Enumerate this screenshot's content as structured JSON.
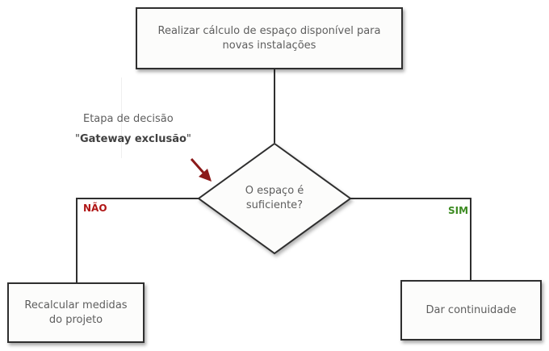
{
  "nodes": {
    "top": {
      "line1": "Realizar cálculo de espaço disponível para",
      "line2": "novas instalações"
    },
    "decision": {
      "line1": "O espaço é",
      "line2": "suficiente?"
    },
    "left": {
      "line1": "Recalcular medidas",
      "line2": "do projeto"
    },
    "right": {
      "line1": "Dar continuidade"
    }
  },
  "annotation": {
    "line1": "Etapa de decisão",
    "quote_open": "\"",
    "bold_text": "Gateway exclusão",
    "quote_close": "\""
  },
  "branches": {
    "no_label": "NÃO",
    "yes_label": "SIM"
  },
  "colors": {
    "no": "#b01616",
    "yes": "#3d8b22",
    "arrow": "#8b1a1a",
    "border": "#2f2f2f"
  }
}
